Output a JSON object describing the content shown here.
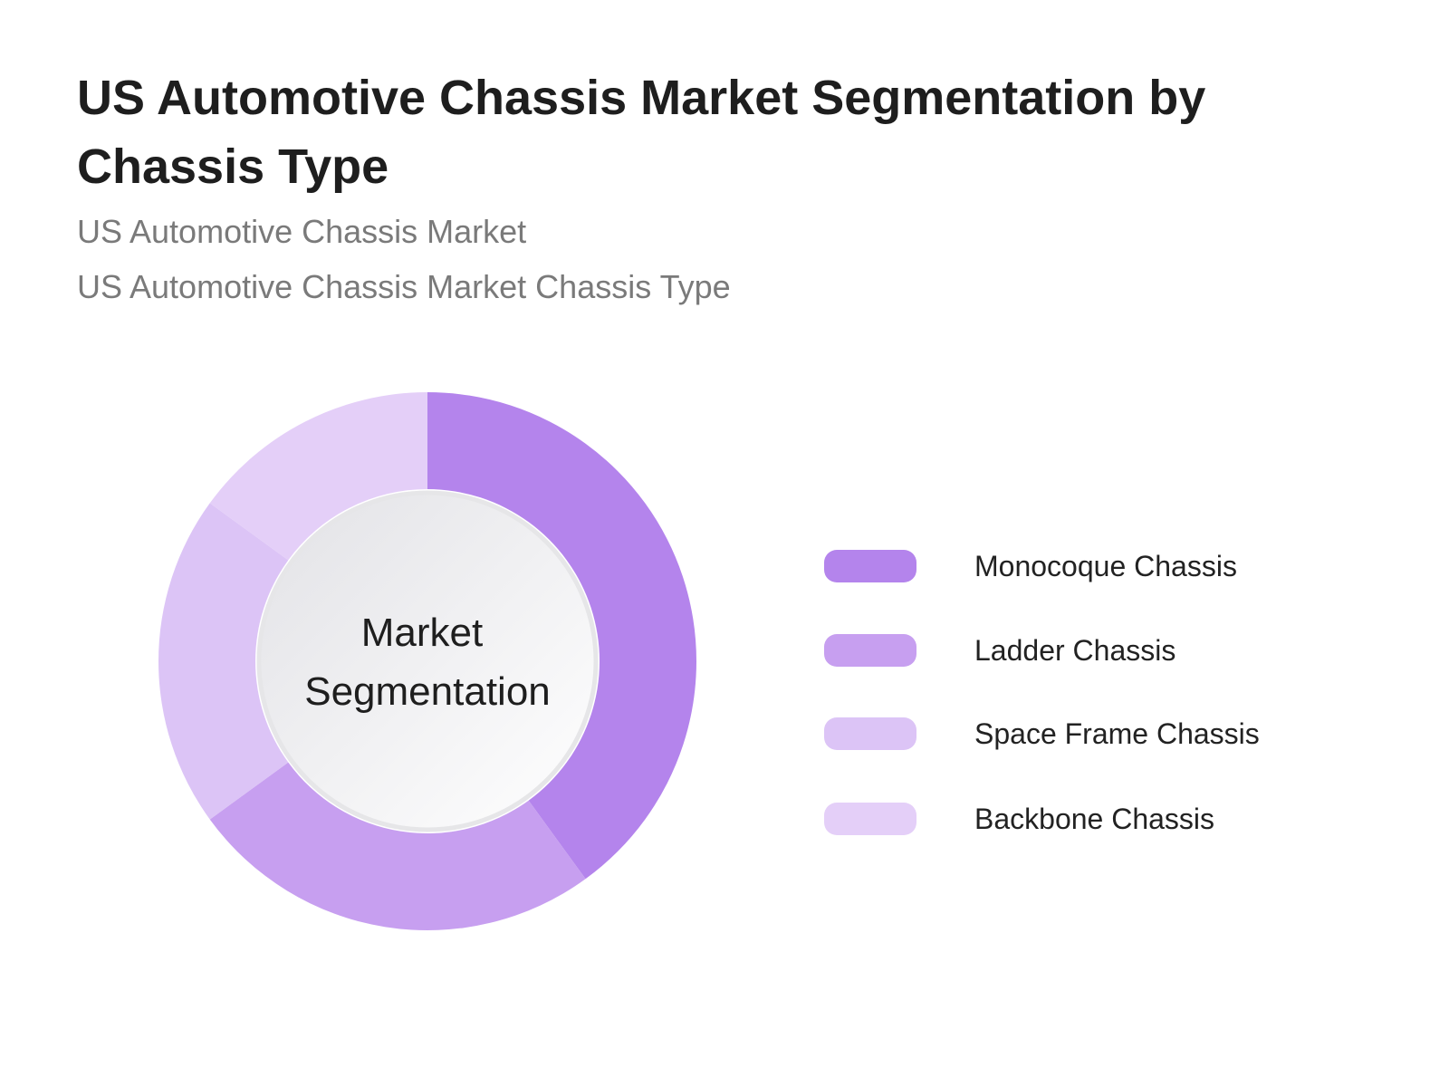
{
  "chart_data": {
    "type": "pie",
    "title": "US Automotive Chassis Market Segmentation by Chassis Type",
    "subtitles": [
      "US Automotive Chassis Market",
      "US Automotive Chassis Market Chassis Type"
    ],
    "center_label": [
      "Market",
      "Segmentation"
    ],
    "categories": [
      "Monocoque Chassis",
      "Ladder Chassis",
      "Space Frame Chassis",
      "Backbone Chassis"
    ],
    "values": [
      40,
      25,
      20,
      15
    ],
    "colors": [
      "#b484ec",
      "#c79ff0",
      "#dcc4f6",
      "#e4cff8"
    ],
    "legend_position": "right"
  }
}
